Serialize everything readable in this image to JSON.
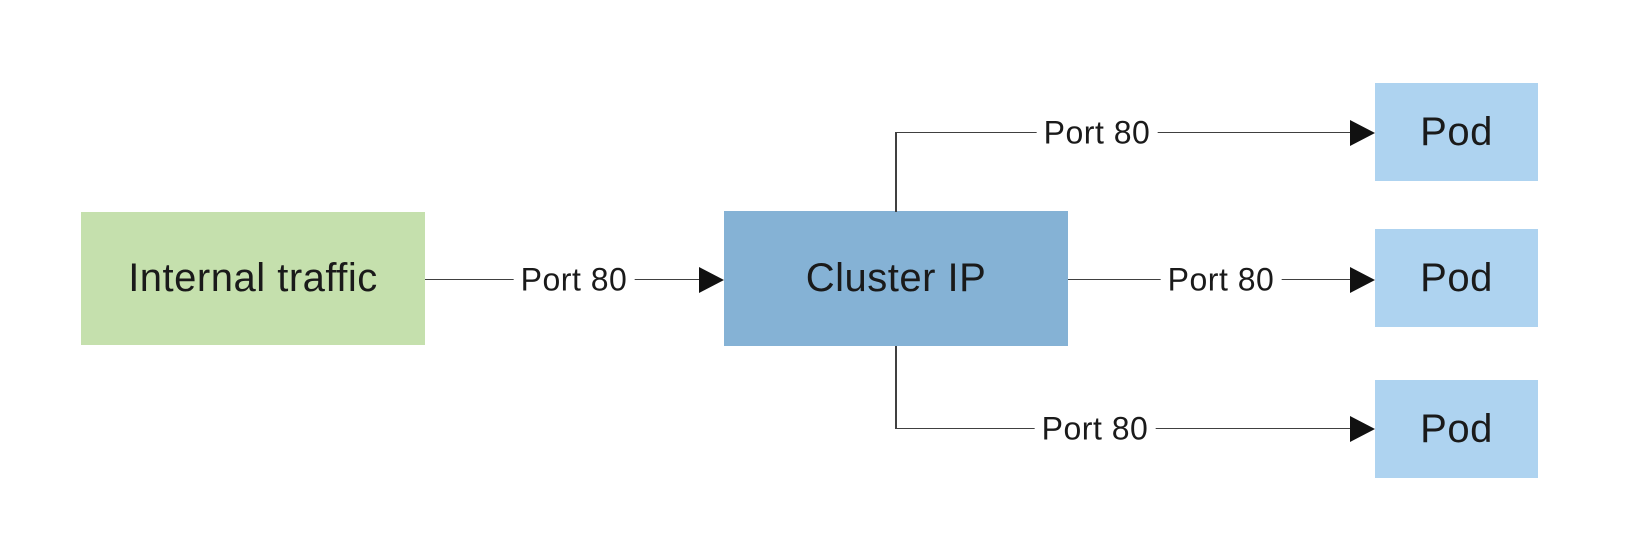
{
  "nodes": {
    "internal_traffic": {
      "label": "Internal traffic"
    },
    "cluster_ip": {
      "label": "Cluster IP"
    },
    "pods": [
      {
        "label": "Pod"
      },
      {
        "label": "Pod"
      },
      {
        "label": "Pod"
      }
    ]
  },
  "connections": {
    "internal_to_cluster": {
      "label": "Port 80"
    },
    "cluster_to_pod_top": {
      "label": "Port 80"
    },
    "cluster_to_pod_middle": {
      "label": "Port 80"
    },
    "cluster_to_pod_bottom": {
      "label": "Port 80"
    }
  },
  "colors": {
    "internal_traffic_fill": "#c5e0ad",
    "cluster_ip_fill": "#85b2d5",
    "pod_fill": "#aed3f0",
    "connector_line": "#404040",
    "connector_arrow": "#111111",
    "text": "#1a1a1a",
    "background": "#ffffff"
  }
}
